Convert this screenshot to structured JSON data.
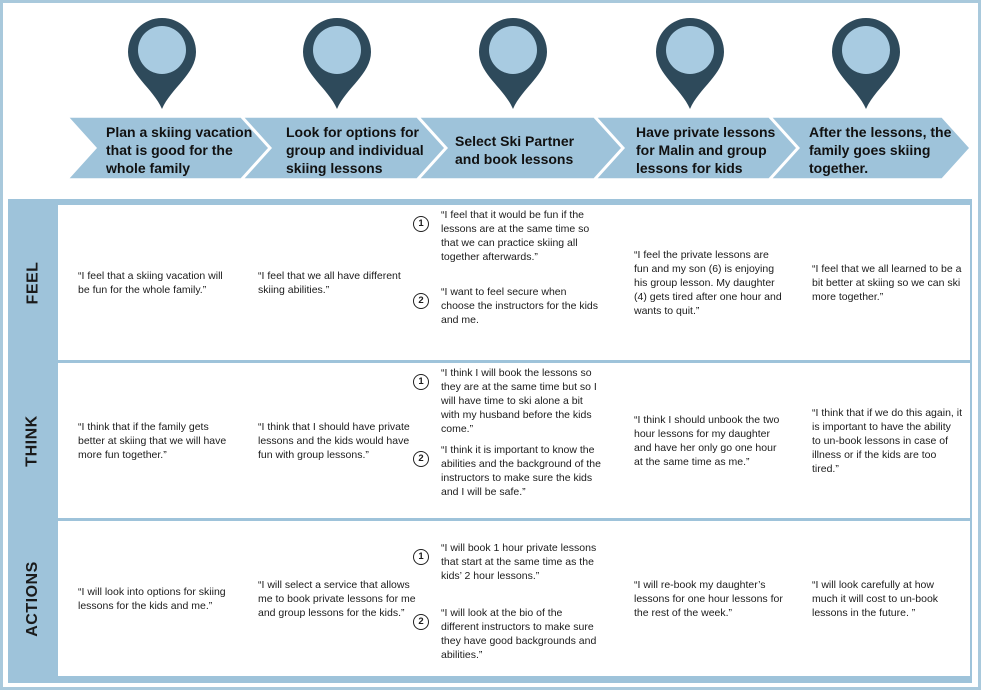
{
  "colors": {
    "pin": "#2e4a5b",
    "pin_inner": "#a8cbe1",
    "arrow": "#9ec3da",
    "band": "#9ec3da"
  },
  "stages": [
    {
      "icon": "map-pin-icon",
      "label": "Plan a skiing vacation that is good for the whole family"
    },
    {
      "icon": "map-pin-icon",
      "label": "Look for options for group and individual skiing lessons"
    },
    {
      "icon": "map-pin-icon",
      "label": "Select Ski Partner and book lessons"
    },
    {
      "icon": "map-pin-icon",
      "label": "Have private lessons for Malin and group lessons for kids"
    },
    {
      "icon": "map-pin-icon",
      "label": "After the lessons, the family goes skiing together."
    }
  ],
  "rows": [
    {
      "label": "FEEL",
      "cells": [
        "“I feel that a skiing vacation will be fun for the whole family.”",
        "“I feel that we all have different skiing abilities.”",
        null,
        "“I feel the private lessons are fun and my son (6)  is enjoying his group lesson. My daughter (4) gets tired after one hour and wants to quit.”",
        "“I feel that we all learned to be a bit better at skiing so we can ski more together.”"
      ],
      "numbered": [
        {
          "n": "1",
          "text": "“I feel that it would be fun if the lessons are at the same time so that we can practice skiing all together afterwards.”"
        },
        {
          "n": "2",
          "text": "“I want to feel secure when choose the instructors for the kids and me."
        }
      ]
    },
    {
      "label": "THINK",
      "cells": [
        "“I think that if the family gets better at skiing that we will have more fun together.”",
        "“I think that I should have private lessons and the kids would have fun with group lessons.”",
        null,
        "“I think I should unbook the two hour lessons for my daughter and have her only go one hour at the same time as me.”",
        "“I think that if we do this again, it is important to have the ability to un-book lessons in case of illness or if the kids are too tired.”"
      ],
      "numbered": [
        {
          "n": "1",
          "text": "“I think I will book the lessons so they are at the same time but so I will have time to ski alone a bit with my husband before the kids come.”"
        },
        {
          "n": "2",
          "text": "“I think it is important to know the abilities and the background of the instructors to make sure the kids and I will be safe.”"
        }
      ]
    },
    {
      "label": "ACTIONS",
      "cells": [
        "“I will look into options for skiing lessons for the kids and me.”",
        "“I will select a service that allows me to book private lessons for me and group lessons for the kids.”",
        null,
        "“I will re-book my daughter’s lessons for one hour lessons for the rest of the week.”",
        "“I will look carefully at how much it will cost to un-book lessons in the future. ”"
      ],
      "numbered": [
        {
          "n": "1",
          "text": "“I will book 1 hour private lessons that start at the same time as the kids’ 2 hour lessons.”"
        },
        {
          "n": "2",
          "text": "“I will look at the bio of the different instructors to make sure they have good backgrounds and abilities.”"
        }
      ]
    }
  ]
}
